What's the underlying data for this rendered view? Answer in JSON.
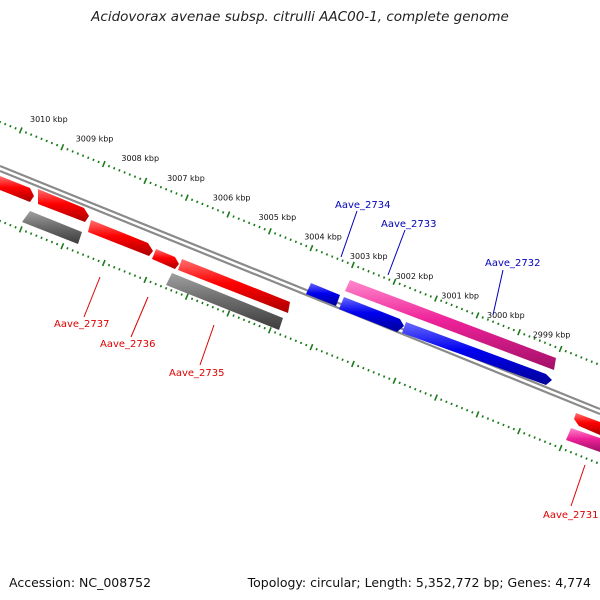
{
  "title": "Acidovorax avenae subsp. citrulli AAC00-1, complete genome",
  "accession_text": "Accession: NC_008752",
  "summary_text": "Topology: circular; Length: 5,352,772 bp; Genes: 4,774",
  "colors": {
    "backbone": "#8a8a8a",
    "ticks": "#1a7a1a",
    "gene_red": "#ff0000",
    "gene_gray": "#6e6e6e",
    "gene_blue": "#0000ee",
    "gene_pink": "#ee2299",
    "label_red": "#dd0000",
    "label_blue": "#0000bb"
  },
  "kbp_labels": [
    "3010 kbp",
    "3009 kbp",
    "3008 kbp",
    "3007 kbp",
    "3006 kbp",
    "3005 kbp",
    "3004 kbp",
    "3003 kbp",
    "3002 kbp",
    "3001 kbp",
    "3000 kbp",
    "2999 kbp"
  ],
  "genes": [
    {
      "name": "Aave_2737",
      "color": "red"
    },
    {
      "name": "Aave_2736",
      "color": "red"
    },
    {
      "name": "Aave_2735",
      "color": "red"
    },
    {
      "name": "Aave_2734",
      "color": "blue"
    },
    {
      "name": "Aave_2733",
      "color": "blue"
    },
    {
      "name": "Aave_2732",
      "color": "blue"
    },
    {
      "name": "Aave_2731",
      "color": "red"
    }
  ]
}
